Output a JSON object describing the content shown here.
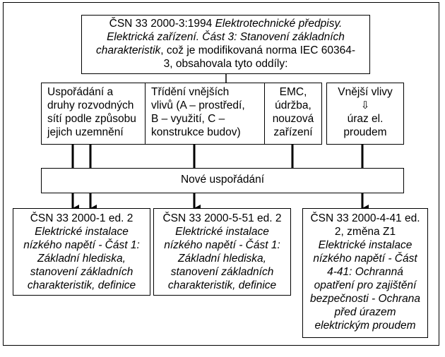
{
  "top_box": {
    "line1_normal": "ČSN 33 2000-3:1994 ",
    "line1_italic": "Elektrotechnické předpisy.",
    "line2_italic": "Elektrická zařízení. Část 3: Stanovení základních",
    "line3_italic": "charakteristik",
    "line3_normal": ", což je modifikovaná norma IEC 60364-",
    "line4_normal": "3, obsahovala tyto oddíly:"
  },
  "sections": [
    {
      "lines": [
        "Uspořádání a",
        "druhy rozvodných",
        "sítí podle způsobu",
        "jejich uzemnění"
      ]
    },
    {
      "lines": [
        "Třídění vnějších",
        "vlivů (A – prostředí,",
        "B – využití, C –",
        "konstrukce budov)"
      ]
    },
    {
      "lines": [
        "EMC,",
        "údržba,",
        "nouzová",
        "zařízení"
      ]
    },
    {
      "line1": "Vnější vlivy",
      "arrow": "⇩",
      "line2": "úraz el.",
      "line3": "proudem"
    }
  ],
  "middle_box": {
    "label": "Nové uspořádání"
  },
  "bottom_boxes": [
    {
      "title": "ČSN 33 2000-1 ed. 2",
      "lines": [
        "Elektrické instalace",
        "nízkého napětí - Část 1:",
        "Základní hlediska,",
        "stanovení základních",
        "charakteristik, definice"
      ]
    },
    {
      "title": "ČSN 33 2000-5-51 ed. 2",
      "lines": [
        "Elektrické instalace",
        "nízkého napětí - Část 1:",
        "Základní hlediska,",
        "stanovení základních",
        "charakteristik, definice"
      ]
    },
    {
      "title_lines": [
        "ČSN 33 2000-4-41 ed.",
        "2, změna Z1"
      ],
      "lines": [
        "Elektrické instalace",
        "nízkého napětí - Část",
        "4-41: Ochranná",
        "opatření pro zajištění",
        "bezpečnosti - Ochrana",
        "před úrazem",
        "elektrickým proudem"
      ]
    }
  ]
}
